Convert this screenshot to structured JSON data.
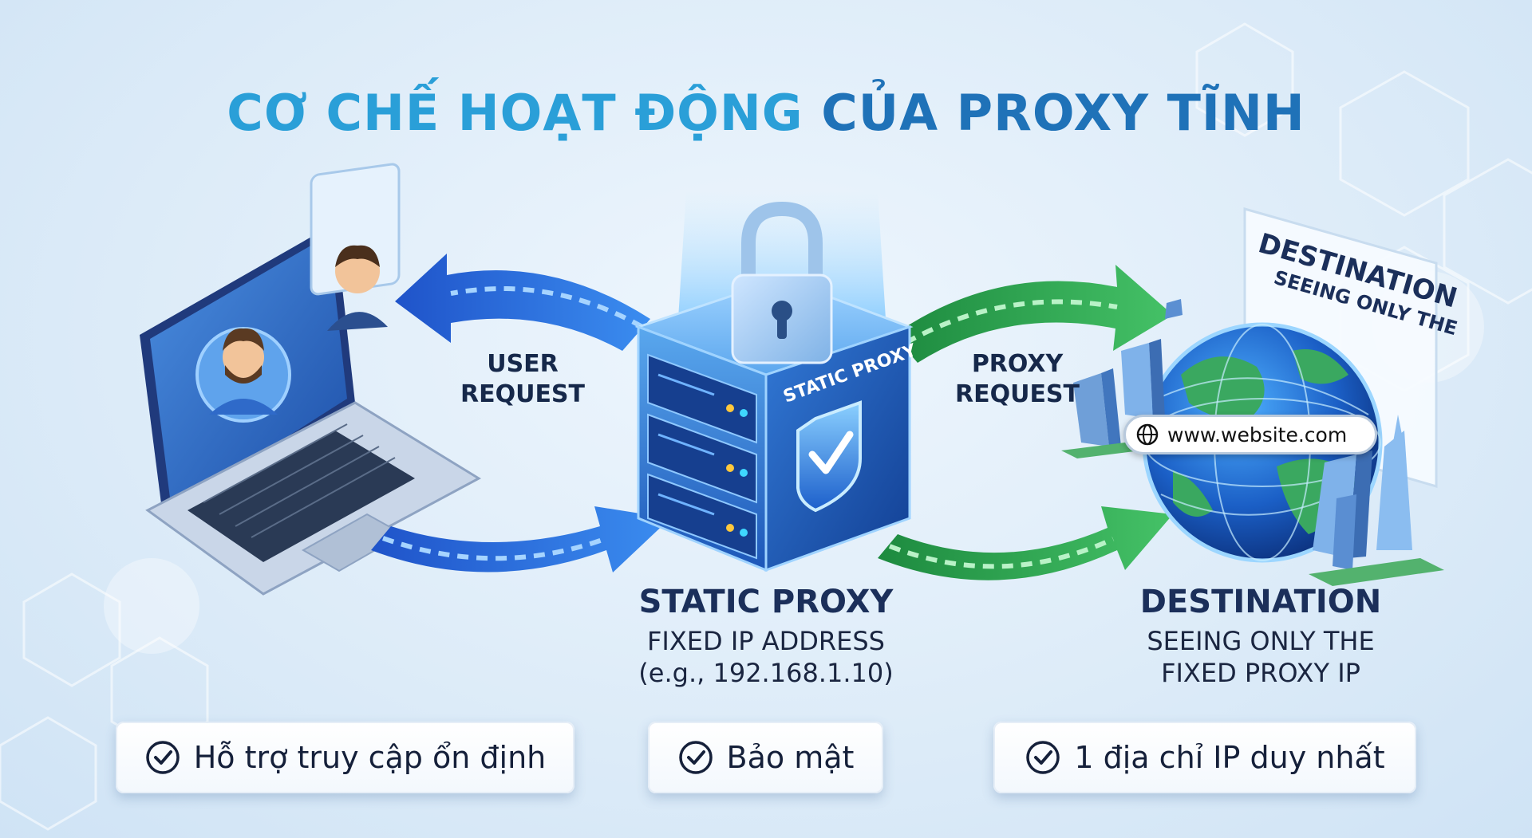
{
  "title": {
    "part1": "CƠ CHẾ HOẠT ĐỘNG",
    "part2": "CỦA PROXY TĨNH"
  },
  "flows": {
    "user_request": [
      "USER",
      "REQUEST"
    ],
    "proxy_request": [
      "PROXY",
      "REQUEST"
    ]
  },
  "cube": {
    "label": "STATIC PROXY"
  },
  "proxy_node": {
    "title": "STATIC PROXY",
    "line1": "FIXED IP ADDRESS",
    "line2": "(e.g., 192.168.1.10)"
  },
  "destination_sign": {
    "line1": "DESTINATION",
    "line2": "SEEING ONLY THE"
  },
  "destination_node": {
    "title": "DESTINATION",
    "line1": "SEEING ONLY THE",
    "line2": "FIXED PROXY IP"
  },
  "website": {
    "url": "www.website.com"
  },
  "features": [
    {
      "label": "Hỗ trợ truy cập ổn định"
    },
    {
      "label": "Bảo mật"
    },
    {
      "label": "1 địa chỉ IP duy nhất"
    }
  ],
  "icons": [
    "laptop-icon",
    "user-avatar-icon",
    "padlock-icon",
    "shield-check-icon",
    "globe-icon",
    "check-circle-icon",
    "building-icon"
  ],
  "colors": {
    "title_light": "#2a9fd8",
    "title_dark": "#1f72b8",
    "arrow_blue": "#2f6fe0",
    "arrow_green": "#2fa84f",
    "text_dark": "#16284a"
  }
}
